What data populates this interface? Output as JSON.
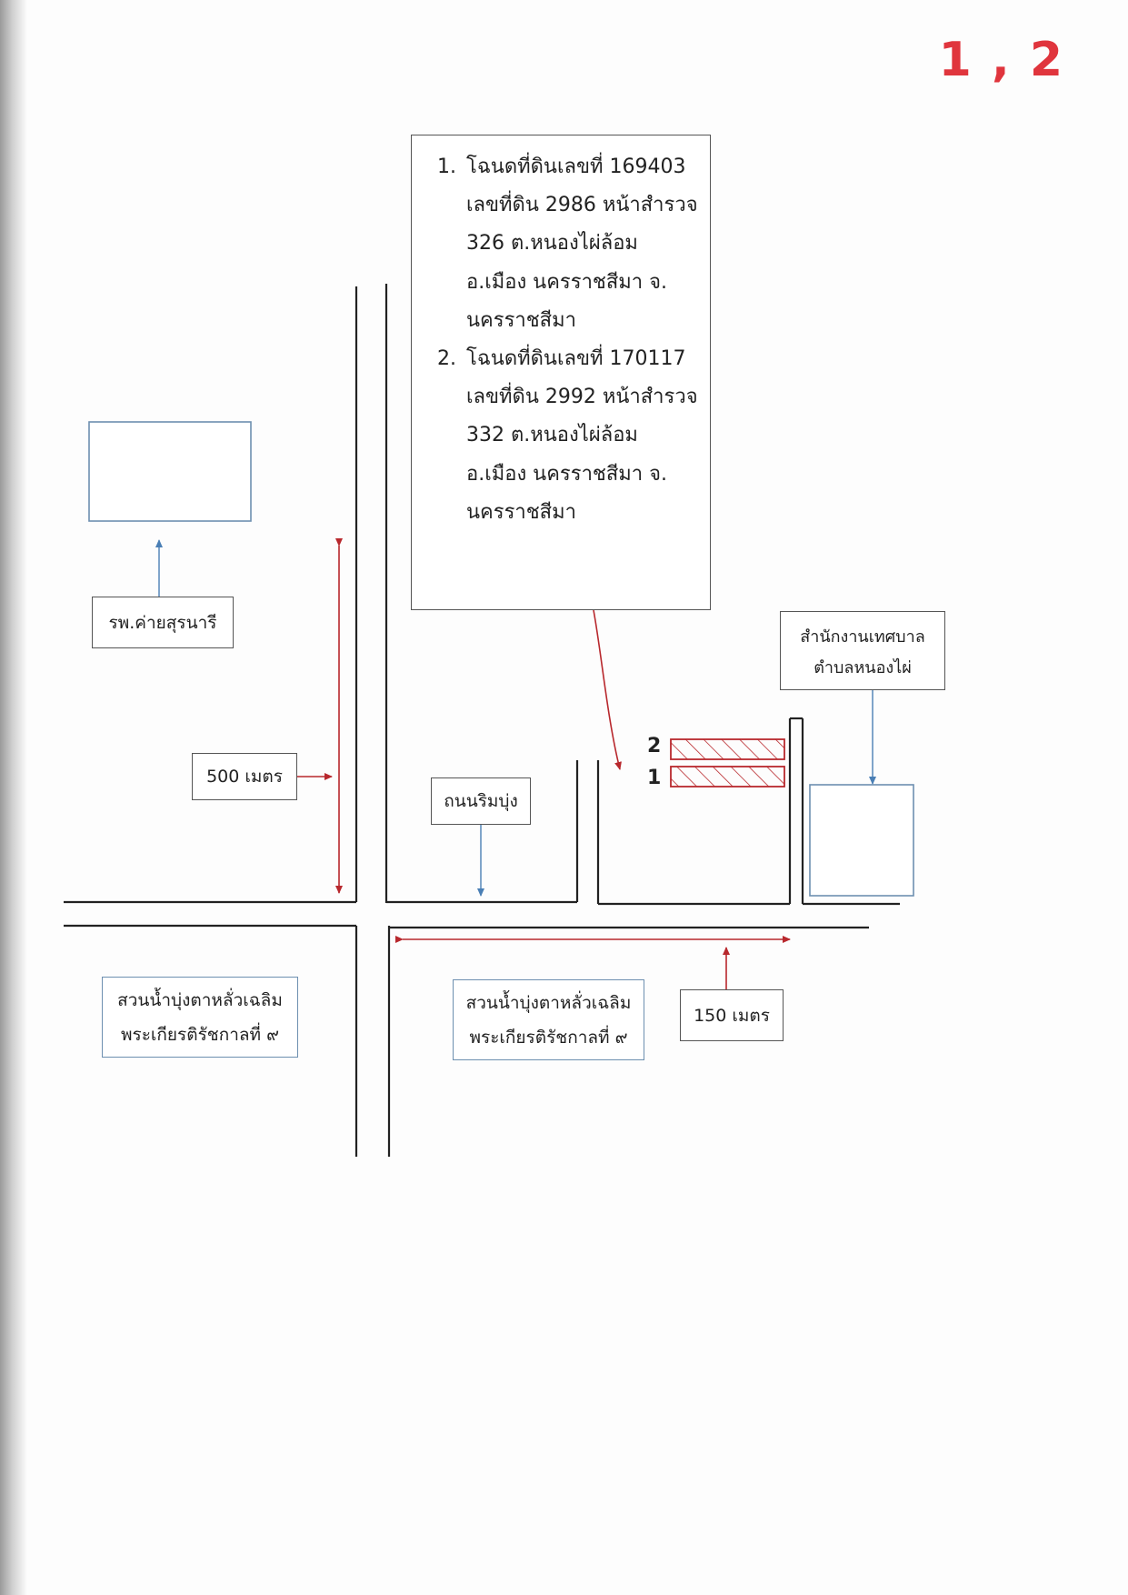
{
  "page_marker": "1 , 2",
  "deed_info": {
    "items": [
      "โฉนดที่ดินเลขที่ 169403 เลขที่ดิน 2986 หน้าสำรวจ 326 ต.หนองไผ่ล้อม อ.เมือง นครราชสีมา จ. นครราชสีมา",
      "โฉนดที่ดินเลขที่ 170117 เลขที่ดิน 2992 หน้าสำรวจ 332 ต.หนองไผ่ล้อม อ.เมือง นครราชสีมา จ. นครราชสีมา"
    ]
  },
  "labels": {
    "hospital": "รพ.ค่ายสุรนารี",
    "distance_500": "500 เมตร",
    "road_name": "ถนนริมบุ่ง",
    "office_line1": "สำนักงานเทศบาล",
    "office_line2": "ตำบลหนองไผ่",
    "park_line1": "สวนน้ำบุ่งตาหลั่วเฉลิม",
    "park_line2": "พระเกียรติรัชกาลที่ ๙",
    "distance_150": "150 เมตร"
  },
  "plots": {
    "plot_1": "1",
    "plot_2": "2"
  },
  "colors": {
    "red_arrow": "#b8282d",
    "blue_arrow": "#4a7fb5",
    "box_border_blue": "#6d8fb0",
    "road_line": "#222222",
    "marker_red": "#e0353d"
  }
}
